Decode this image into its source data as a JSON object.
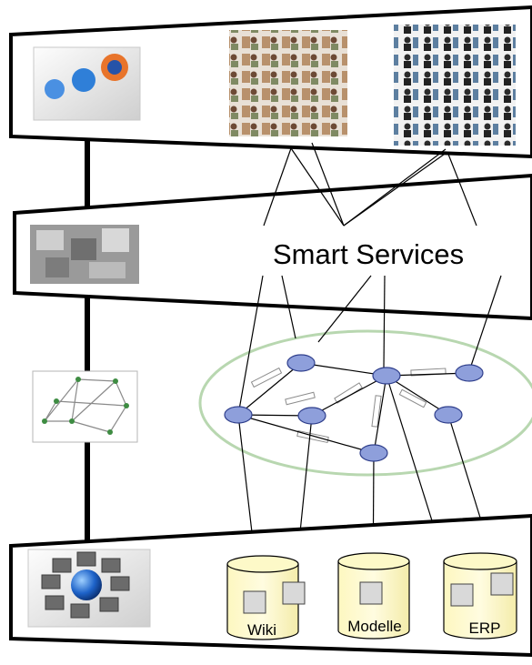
{
  "layers": {
    "presentation": {
      "icon": "browser-logos-icon",
      "thumbnails": [
        "people-photo-grid-icon",
        "woman-photo-grid-icon"
      ]
    },
    "services": {
      "icon": "puzzle-pieces-icon",
      "label": "Smart Services"
    },
    "network": {
      "icon": "network-graph-icon"
    },
    "data": {
      "icon": "server-cluster-icon"
    }
  },
  "databases": [
    {
      "name": "wiki",
      "label": "Wiki"
    },
    {
      "name": "modelle",
      "label": "Modelle"
    },
    {
      "name": "erp",
      "label": "ERP"
    }
  ],
  "colors": {
    "node_fill": "#8e9fdb",
    "ellipse_stroke": "#b8d7b0",
    "cylinder_fill": "#fdf9c8"
  }
}
